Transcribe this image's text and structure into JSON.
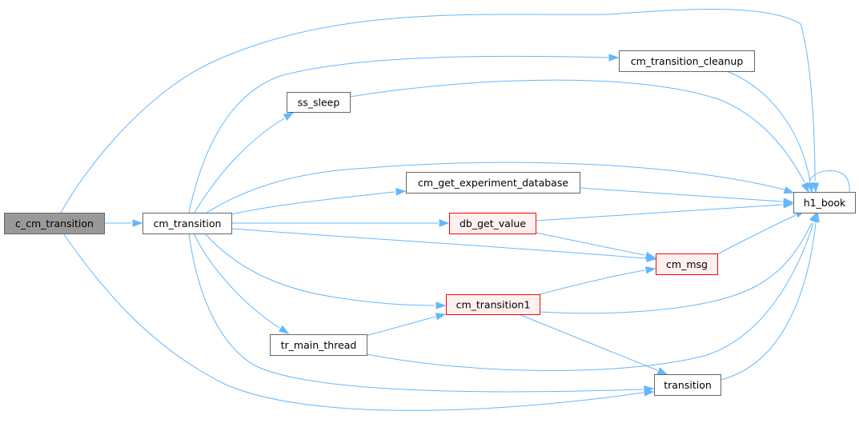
{
  "colors": {
    "edge": "#63b8ff",
    "node_border": "#666666",
    "node_fill": "#ffffff",
    "focus_fill": "#999999",
    "focus_border": "#666666",
    "error_fill": "#fff0f0",
    "error_border": "#ff0000"
  },
  "nodes": {
    "c_cm_transition": {
      "label": "c_cm_transition",
      "style": "focus"
    },
    "cm_transition": {
      "label": "cm_transition",
      "style": "normal"
    },
    "cm_transition_cleanup": {
      "label": "cm_transition_cleanup",
      "style": "normal"
    },
    "ss_sleep": {
      "label": "ss_sleep",
      "style": "normal"
    },
    "cm_get_experiment_database": {
      "label": "cm_get_experiment_database",
      "style": "normal"
    },
    "db_get_value": {
      "label": "db_get_value",
      "style": "error"
    },
    "cm_msg": {
      "label": "cm_msg",
      "style": "error"
    },
    "cm_transition1": {
      "label": "cm_transition1",
      "style": "error"
    },
    "tr_main_thread": {
      "label": "tr_main_thread",
      "style": "normal"
    },
    "transition": {
      "label": "transition",
      "style": "normal"
    },
    "h1_book": {
      "label": "h1_book",
      "style": "normal"
    }
  },
  "edges": [
    [
      "c_cm_transition",
      "cm_transition"
    ],
    [
      "c_cm_transition",
      "h1_book"
    ],
    [
      "c_cm_transition",
      "transition"
    ],
    [
      "cm_transition",
      "cm_transition_cleanup"
    ],
    [
      "cm_transition",
      "ss_sleep"
    ],
    [
      "cm_transition",
      "h1_book"
    ],
    [
      "cm_transition",
      "cm_get_experiment_database"
    ],
    [
      "cm_transition",
      "db_get_value"
    ],
    [
      "cm_transition",
      "cm_msg"
    ],
    [
      "cm_transition",
      "cm_transition1"
    ],
    [
      "cm_transition",
      "tr_main_thread"
    ],
    [
      "cm_transition",
      "transition"
    ],
    [
      "cm_transition_cleanup",
      "h1_book"
    ],
    [
      "ss_sleep",
      "h1_book"
    ],
    [
      "cm_get_experiment_database",
      "h1_book"
    ],
    [
      "db_get_value",
      "h1_book"
    ],
    [
      "db_get_value",
      "cm_msg"
    ],
    [
      "cm_msg",
      "h1_book"
    ],
    [
      "cm_transition1",
      "cm_msg"
    ],
    [
      "cm_transition1",
      "h1_book"
    ],
    [
      "cm_transition1",
      "transition"
    ],
    [
      "tr_main_thread",
      "cm_transition1"
    ],
    [
      "tr_main_thread",
      "h1_book"
    ],
    [
      "transition",
      "h1_book"
    ],
    [
      "h1_book",
      "h1_book"
    ]
  ]
}
